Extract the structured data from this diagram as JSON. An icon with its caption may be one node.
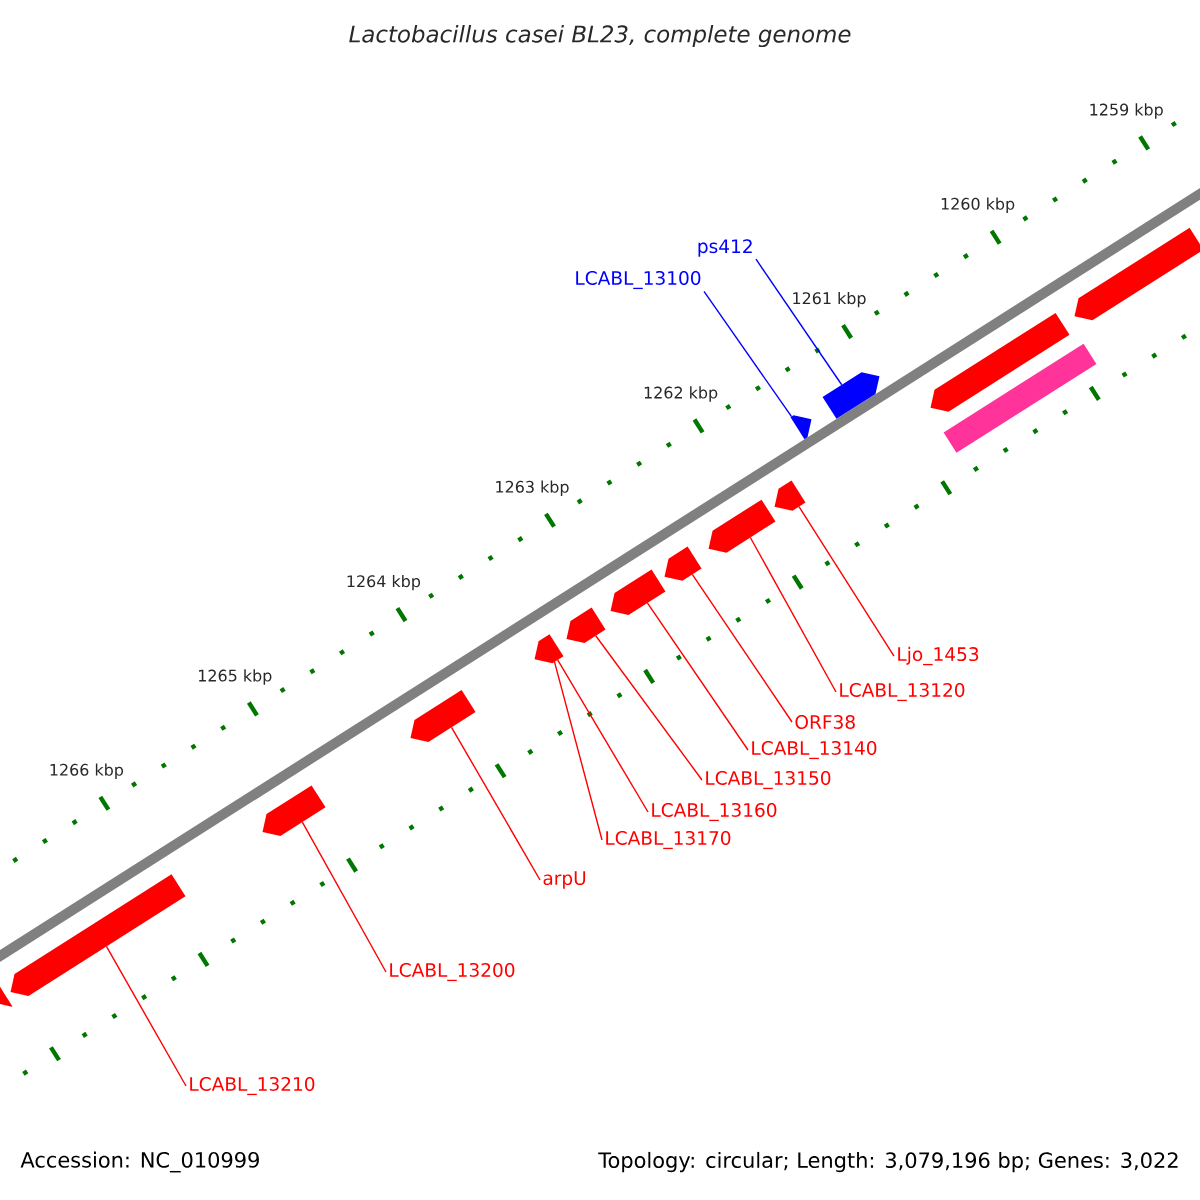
{
  "diagram": {
    "title": "Lactobacillus casei BL23, complete genome",
    "nodes": [
      {
        "text": [
          "ps412"
        ]
      },
      {
        "text": [
          "LCABL_13100"
        ]
      },
      {
        "text": [
          "Ljo_1453"
        ]
      },
      {
        "text": [
          "LCABL_13120"
        ]
      },
      {
        "text": [
          "ORF38"
        ]
      },
      {
        "text": [
          "LCABL_13140"
        ]
      },
      {
        "text": [
          "LCABL_13150"
        ]
      },
      {
        "text": [
          "LCABL_13160"
        ]
      },
      {
        "text": [
          "LCABL_13170"
        ]
      },
      {
        "text": [
          "arpU"
        ]
      },
      {
        "text": [
          "LCABL_13200"
        ]
      },
      {
        "text": [
          "LCABL_13210"
        ]
      },
      {
        "text": [],
        "shape": "arrow"
      },
      {
        "text": [],
        "shape": "arrow"
      },
      {
        "text": [],
        "shape": "arrow"
      },
      {
        "text": [],
        "shape": "arrow"
      },
      {
        "text": [],
        "shape": "arrow"
      },
      {
        "text": [],
        "shape": "arrow"
      },
      {
        "text": [],
        "shape": "arrow"
      },
      {
        "text": [],
        "shape": "arrow"
      },
      {
        "text": [],
        "shape": "arrow"
      },
      {
        "text": [],
        "shape": "arrow"
      },
      {
        "text": [],
        "shape": "arrow"
      },
      {
        "text": [],
        "shape": "arrow"
      },
      {
        "text": [],
        "shape": "arrow"
      },
      {
        "text": [],
        "shape": "bar"
      },
      {
        "text": [],
        "shape": "arrow"
      }
    ],
    "edges": [
      {
        "from": 0,
        "to": 23,
        "arrow": "none",
        "color": "#0000ff"
      },
      {
        "from": 1,
        "to": 22,
        "arrow": "none",
        "color": "#0000ff"
      },
      {
        "from": 2,
        "to": 21,
        "arrow": "none"
      },
      {
        "from": 3,
        "to": 20,
        "arrow": "none"
      },
      {
        "from": 4,
        "to": 19,
        "arrow": "none"
      },
      {
        "from": 5,
        "to": 18,
        "arrow": "none"
      },
      {
        "from": 6,
        "to": 17,
        "arrow": "none"
      },
      {
        "from": 7,
        "to": 16,
        "arrow": "none"
      },
      {
        "from": 8,
        "to": 16,
        "arrow": "none"
      },
      {
        "from": 9,
        "to": 15,
        "arrow": "none"
      },
      {
        "from": 10,
        "to": 14,
        "arrow": "none"
      },
      {
        "from": 11,
        "to": 13,
        "arrow": "none"
      }
    ],
    "labels": [
      "1259 kbp",
      "1260 kbp",
      "1261 kbp",
      "1262 kbp",
      "1263 kbp",
      "1264 kbp",
      "1265 kbp",
      "1266 kbp",
      "Accession: NC_010999",
      "Topology: circular; Length: 3,079,196 bp; Genes: 3,022"
    ]
  }
}
